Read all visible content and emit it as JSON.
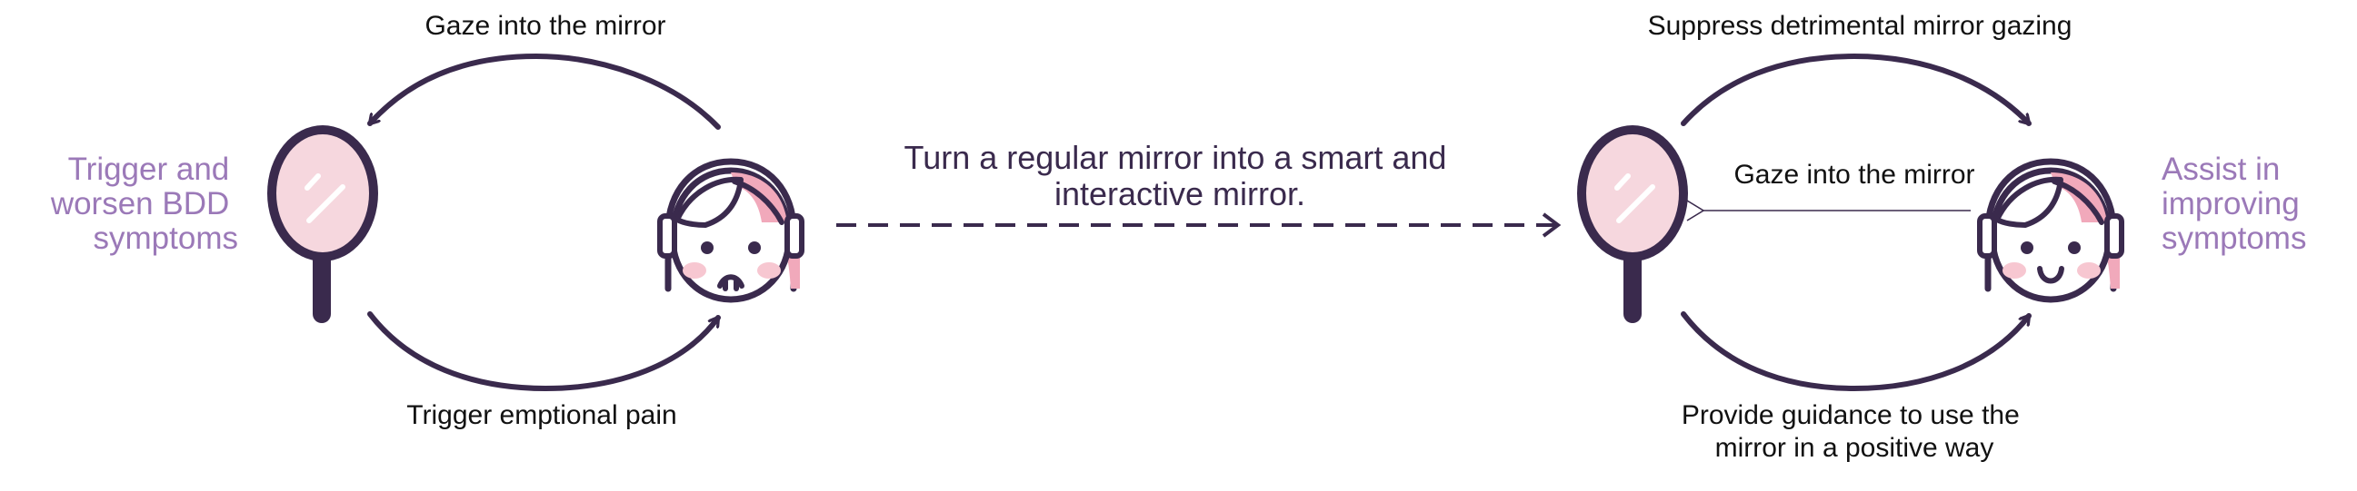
{
  "colors": {
    "dark": "#3a2a4d",
    "accent_purple": "#9b79b8",
    "mirror_pink": "#f6d7de",
    "hair_pink": "#f1a9bb",
    "cheek_pink": "#f7c7d1",
    "white": "#ffffff"
  },
  "left_scene": {
    "symptoms_label": [
      "Trigger and",
      "worsen BDD",
      "symptoms"
    ],
    "top_arrow_label": "Gaze into the mirror",
    "bottom_arrow_label": "Trigger emptional pain",
    "mirror_icon": "hand-mirror-icon",
    "face_icon": "sad-girl-face-icon"
  },
  "center": {
    "transform_text": [
      "Turn a regular mirror into a smart and",
      "interactive mirror."
    ]
  },
  "right_scene": {
    "top_arrow_label": "Suppress detrimental mirror gazing",
    "middle_arrow_label": "Gaze into the mirror",
    "bottom_arrow_label": [
      "Provide guidance to use the",
      "mirror in a positive way"
    ],
    "assist_label": [
      "Assist in",
      "improving",
      "symptoms"
    ],
    "mirror_icon": "hand-mirror-icon",
    "face_icon": "happy-girl-face-icon"
  }
}
